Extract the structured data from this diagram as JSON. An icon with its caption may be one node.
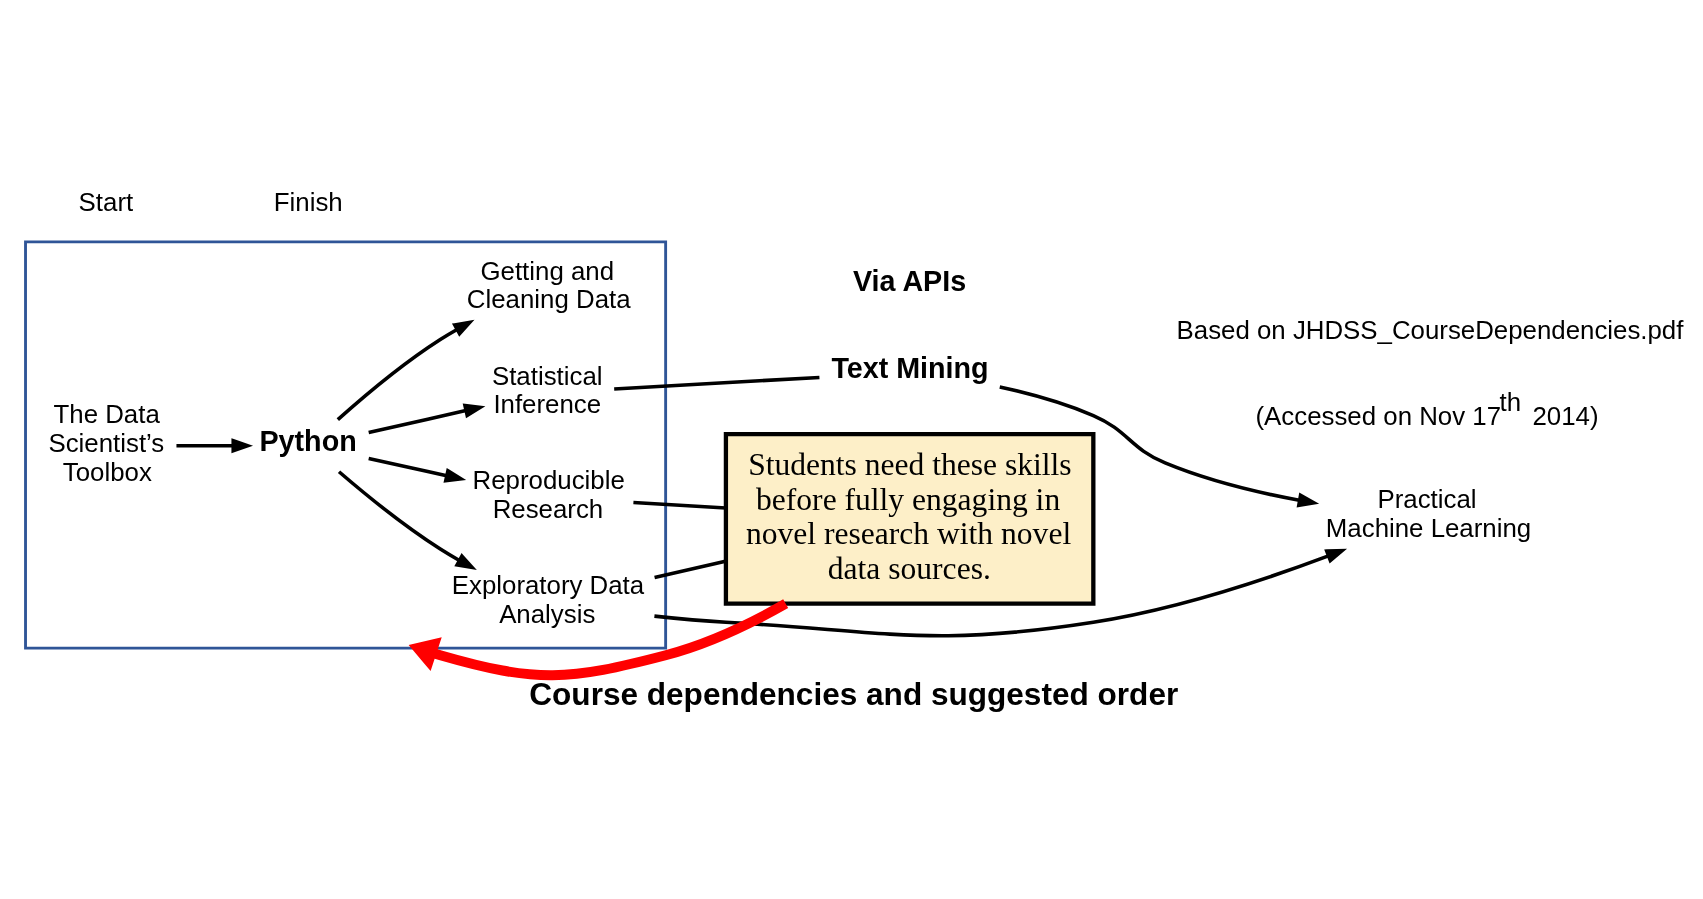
{
  "diagram": {
    "caption": "Course dependencies and suggested order",
    "nodes": [
      {
        "text": [],
        "shape": "box"
      },
      {
        "text": [
          "The Data Scientist’s Toolbox"
        ],
        "in": 0
      },
      {
        "text": [
          "Python"
        ],
        "in": 0
      },
      {
        "text": [
          "Getting and Cleaning Data"
        ],
        "in": 0
      },
      {
        "text": [
          "Via APIs"
        ]
      },
      {
        "text": [
          "Exploratory Data Analysis"
        ],
        "in": 0
      },
      {
        "text": [
          "Reproducible Research"
        ],
        "in": 0
      },
      {
        "text": [
          "Statistical Inference"
        ],
        "in": 0
      },
      {
        "text": [
          "Text Mining"
        ]
      },
      {
        "text": [
          "Practical Machine Learning"
        ]
      },
      {
        "text": [
          "Students need these skills before fully engaging in novel research with novel data sources."
        ]
      }
    ],
    "edges": [
      {
        "from": 1,
        "to": 2,
        "arrow": "to"
      },
      {
        "from": 2,
        "to": 3,
        "arrow": "to"
      },
      {
        "from": 2,
        "to": 5,
        "arrow": "to"
      },
      {
        "from": 2,
        "to": 6,
        "arrow": "to"
      },
      {
        "from": 2,
        "to": 7,
        "arrow": "to"
      },
      {
        "from": 5,
        "to": 10,
        "arrow": "none"
      },
      {
        "from": 5,
        "to": 9,
        "arrow": "to"
      },
      {
        "from": 6,
        "to": 10,
        "arrow": "none"
      },
      {
        "from": 7,
        "to": 8,
        "arrow": "none"
      },
      {
        "from": 8,
        "to": 9,
        "arrow": "to"
      },
      {
        "from": 10,
        "to": 0,
        "arrow": "to",
        "style": "thick",
        "color": "#ff0000"
      }
    ],
    "labels": [
      "Based on JHDSS_CourseDependencies.pdf",
      "(Accessed on Nov 17$^{th}$ 2014)",
      "Start",
      "Finish"
    ]
  }
}
